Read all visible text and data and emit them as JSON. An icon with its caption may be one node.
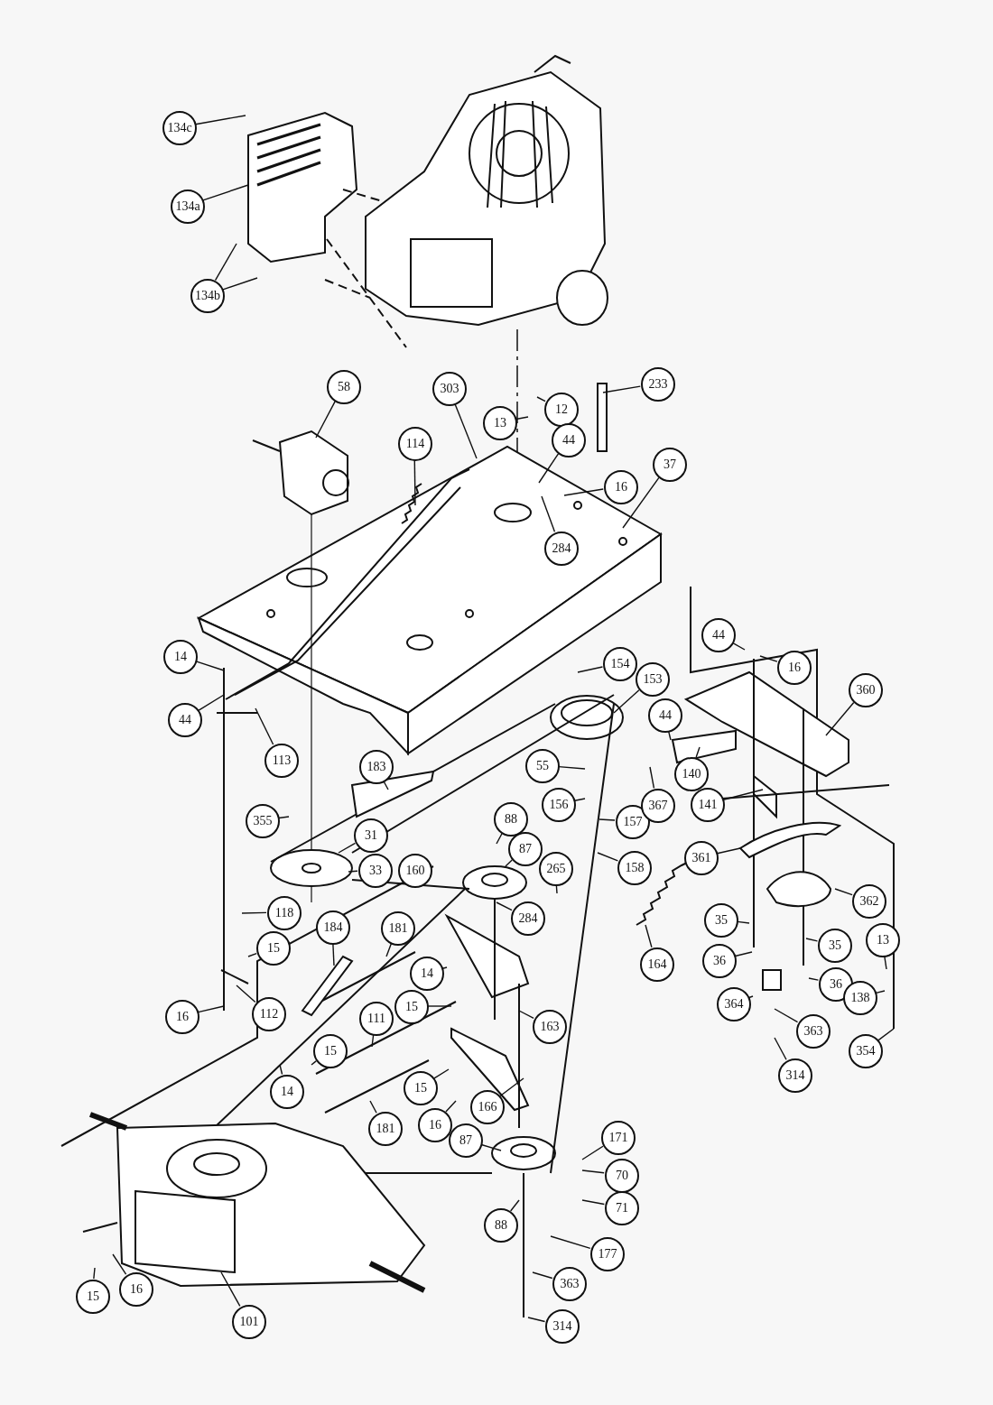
{
  "diagram": {
    "nodes": [
      {
        "text": [
          "134c"
        ]
      },
      {
        "text": [
          "134a"
        ]
      },
      {
        "text": [
          "134b"
        ]
      },
      {
        "text": [
          "58"
        ]
      },
      {
        "text": [
          "303"
        ]
      },
      {
        "text": [
          "12"
        ]
      },
      {
        "text": [
          "13"
        ]
      },
      {
        "text": [
          "233"
        ]
      },
      {
        "text": [
          "114"
        ]
      },
      {
        "text": [
          "44"
        ]
      },
      {
        "text": [
          "16"
        ]
      },
      {
        "text": [
          "37"
        ]
      },
      {
        "text": [
          "284"
        ]
      },
      {
        "text": [
          "14"
        ]
      },
      {
        "text": [
          "44"
        ]
      },
      {
        "text": [
          "113"
        ]
      },
      {
        "text": [
          "154"
        ]
      },
      {
        "text": [
          "153"
        ]
      },
      {
        "text": [
          "44"
        ]
      },
      {
        "text": [
          "16"
        ]
      },
      {
        "text": [
          "360"
        ]
      },
      {
        "text": [
          "44"
        ]
      },
      {
        "text": [
          "140"
        ]
      },
      {
        "text": [
          "183"
        ]
      },
      {
        "text": [
          "55"
        ]
      },
      {
        "text": [
          "156"
        ]
      },
      {
        "text": [
          "157"
        ]
      },
      {
        "text": [
          "367"
        ]
      },
      {
        "text": [
          "141"
        ]
      },
      {
        "text": [
          "355"
        ]
      },
      {
        "text": [
          "88"
        ]
      },
      {
        "text": [
          "31"
        ]
      },
      {
        "text": [
          "87"
        ]
      },
      {
        "text": [
          "33"
        ]
      },
      {
        "text": [
          "160"
        ]
      },
      {
        "text": [
          "158"
        ]
      },
      {
        "text": [
          "361"
        ]
      },
      {
        "text": [
          "265"
        ]
      },
      {
        "text": [
          "362"
        ]
      },
      {
        "text": [
          "118"
        ]
      },
      {
        "text": [
          "284"
        ]
      },
      {
        "text": [
          "35"
        ]
      },
      {
        "text": [
          "35"
        ]
      },
      {
        "text": [
          "164"
        ]
      },
      {
        "text": [
          "15"
        ]
      },
      {
        "text": [
          "184"
        ]
      },
      {
        "text": [
          "181"
        ]
      },
      {
        "text": [
          "13"
        ]
      },
      {
        "text": [
          "36"
        ]
      },
      {
        "text": [
          "36"
        ]
      },
      {
        "text": [
          "14"
        ]
      },
      {
        "text": [
          "138"
        ]
      },
      {
        "text": [
          "112"
        ]
      },
      {
        "text": [
          "16"
        ]
      },
      {
        "text": [
          "111"
        ]
      },
      {
        "text": [
          "15"
        ]
      },
      {
        "text": [
          "364"
        ]
      },
      {
        "text": [
          "363"
        ]
      },
      {
        "text": [
          "163"
        ]
      },
      {
        "text": [
          "354"
        ]
      },
      {
        "text": [
          "15"
        ]
      },
      {
        "text": [
          "314"
        ]
      },
      {
        "text": [
          "15"
        ]
      },
      {
        "text": [
          "166"
        ]
      },
      {
        "text": [
          "14"
        ]
      },
      {
        "text": [
          "181"
        ]
      },
      {
        "text": [
          "16"
        ]
      },
      {
        "text": [
          "171"
        ]
      },
      {
        "text": [
          "87"
        ]
      },
      {
        "text": [
          "70"
        ]
      },
      {
        "text": [
          "71"
        ]
      },
      {
        "text": [
          "88"
        ]
      },
      {
        "text": [
          "177"
        ]
      },
      {
        "text": [
          "15"
        ]
      },
      {
        "text": [
          "16"
        ]
      },
      {
        "text": [
          "101"
        ]
      },
      {
        "text": [
          "363"
        ]
      },
      {
        "text": [
          "314"
        ]
      }
    ],
    "edges": [
      {
        "from": 0,
        "to": null,
        "arrow": "none"
      },
      {
        "from": 1,
        "to": null,
        "arrow": "none"
      },
      {
        "from": 2,
        "to": null,
        "arrow": "none"
      },
      {
        "from": 2,
        "to": null,
        "arrow": "none"
      },
      {
        "from": 3,
        "to": null,
        "arrow": "none"
      },
      {
        "from": 4,
        "to": null,
        "arrow": "none"
      },
      {
        "from": 5,
        "to": null,
        "arrow": "none"
      },
      {
        "from": 6,
        "to": null,
        "arrow": "none"
      },
      {
        "from": 7,
        "to": null,
        "arrow": "none"
      },
      {
        "from": 8,
        "to": null,
        "arrow": "none"
      },
      {
        "from": 9,
        "to": null,
        "arrow": "none"
      },
      {
        "from": 10,
        "to": null,
        "arrow": "none"
      },
      {
        "from": 11,
        "to": null,
        "arrow": "none"
      },
      {
        "from": 12,
        "to": null,
        "arrow": "none"
      },
      {
        "from": 13,
        "to": null,
        "arrow": "none"
      },
      {
        "from": 14,
        "to": null,
        "arrow": "none"
      },
      {
        "from": 15,
        "to": null,
        "arrow": "none"
      },
      {
        "from": 16,
        "to": null,
        "arrow": "none"
      },
      {
        "from": 17,
        "to": null,
        "arrow": "none"
      },
      {
        "from": 18,
        "to": null,
        "arrow": "none"
      },
      {
        "from": 19,
        "to": null,
        "arrow": "none"
      },
      {
        "from": 20,
        "to": null,
        "arrow": "none"
      },
      {
        "from": 21,
        "to": null,
        "arrow": "none"
      },
      {
        "from": 22,
        "to": null,
        "arrow": "none"
      },
      {
        "from": 23,
        "to": null,
        "arrow": "none"
      },
      {
        "from": 24,
        "to": null,
        "arrow": "none"
      },
      {
        "from": 25,
        "to": null,
        "arrow": "none"
      },
      {
        "from": 26,
        "to": null,
        "arrow": "none"
      },
      {
        "from": 27,
        "to": null,
        "arrow": "none"
      },
      {
        "from": 28,
        "to": null,
        "arrow": "none"
      },
      {
        "from": 29,
        "to": null,
        "arrow": "none"
      },
      {
        "from": 30,
        "to": null,
        "arrow": "none"
      },
      {
        "from": 31,
        "to": null,
        "arrow": "none"
      },
      {
        "from": 32,
        "to": null,
        "arrow": "none"
      },
      {
        "from": 33,
        "to": null,
        "arrow": "none"
      },
      {
        "from": 35,
        "to": null,
        "arrow": "none"
      },
      {
        "from": 36,
        "to": null,
        "arrow": "none"
      },
      {
        "from": 37,
        "to": null,
        "arrow": "none"
      },
      {
        "from": 38,
        "to": null,
        "arrow": "none"
      },
      {
        "from": 39,
        "to": null,
        "arrow": "none"
      },
      {
        "from": 40,
        "to": null,
        "arrow": "none"
      },
      {
        "from": 41,
        "to": null,
        "arrow": "none"
      },
      {
        "from": 42,
        "to": null,
        "arrow": "none"
      },
      {
        "from": 43,
        "to": null,
        "arrow": "none"
      },
      {
        "from": 44,
        "to": null,
        "arrow": "none"
      },
      {
        "from": 45,
        "to": null,
        "arrow": "none"
      },
      {
        "from": 46,
        "to": null,
        "arrow": "none"
      },
      {
        "from": 47,
        "to": null,
        "arrow": "none"
      },
      {
        "from": 48,
        "to": null,
        "arrow": "none"
      },
      {
        "from": 49,
        "to": null,
        "arrow": "none"
      },
      {
        "from": 50,
        "to": null,
        "arrow": "none"
      },
      {
        "from": 51,
        "to": null,
        "arrow": "none"
      },
      {
        "from": 52,
        "to": null,
        "arrow": "none"
      },
      {
        "from": 53,
        "to": null,
        "arrow": "none"
      },
      {
        "from": 54,
        "to": null,
        "arrow": "none"
      },
      {
        "from": 55,
        "to": null,
        "arrow": "none"
      },
      {
        "from": 56,
        "to": null,
        "arrow": "none"
      },
      {
        "from": 57,
        "to": null,
        "arrow": "none"
      },
      {
        "from": 58,
        "to": null,
        "arrow": "none"
      },
      {
        "from": 59,
        "to": null,
        "arrow": "none"
      },
      {
        "from": 60,
        "to": null,
        "arrow": "none"
      },
      {
        "from": 61,
        "to": null,
        "arrow": "none"
      },
      {
        "from": 62,
        "to": null,
        "arrow": "none"
      },
      {
        "from": 63,
        "to": null,
        "arrow": "none"
      },
      {
        "from": 64,
        "to": null,
        "arrow": "none"
      },
      {
        "from": 65,
        "to": null,
        "arrow": "none"
      },
      {
        "from": 66,
        "to": null,
        "arrow": "none"
      },
      {
        "from": 67,
        "to": null,
        "arrow": "none"
      },
      {
        "from": 68,
        "to": null,
        "arrow": "none"
      },
      {
        "from": 69,
        "to": null,
        "arrow": "none"
      },
      {
        "from": 70,
        "to": null,
        "arrow": "none"
      },
      {
        "from": 71,
        "to": null,
        "arrow": "none"
      },
      {
        "from": 72,
        "to": null,
        "arrow": "none"
      },
      {
        "from": 73,
        "to": null,
        "arrow": "none"
      },
      {
        "from": 74,
        "to": null,
        "arrow": "none"
      },
      {
        "from": 75,
        "to": null,
        "arrow": "none"
      },
      {
        "from": 76,
        "to": null,
        "arrow": "none"
      },
      {
        "from": 77,
        "to": null,
        "arrow": "none"
      }
    ]
  }
}
